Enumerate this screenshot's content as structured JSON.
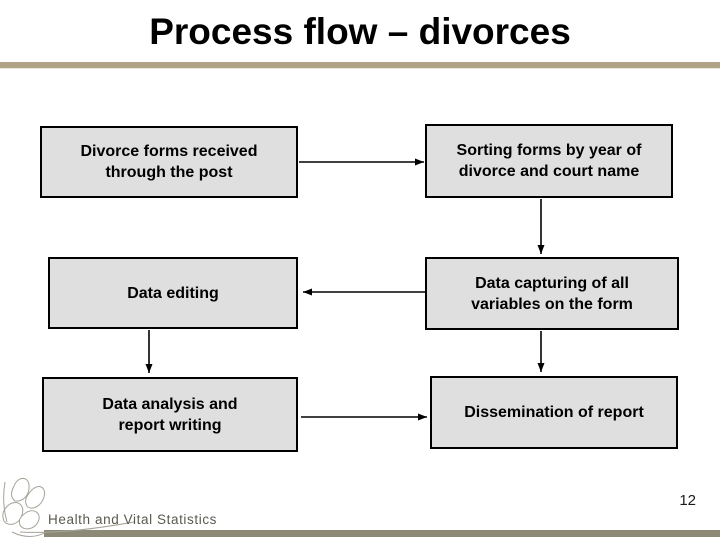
{
  "slide": {
    "title": "Process flow – divorces",
    "page_number": "12",
    "footer_brand": "Health and Vital Statistics"
  },
  "flowchart": {
    "boxes": [
      {
        "id": "divorce-forms-received",
        "label": "Divorce forms received\nthrough the post"
      },
      {
        "id": "sorting-forms",
        "label": "Sorting forms by year of\ndivorce and court name"
      },
      {
        "id": "data-capturing",
        "label": "Data capturing of all\nvariables on the form"
      },
      {
        "id": "data-editing",
        "label": "Data editing"
      },
      {
        "id": "data-analysis",
        "label": "Data analysis and\nreport writing"
      },
      {
        "id": "dissemination",
        "label": "Dissemination of report"
      }
    ],
    "connections": [
      {
        "from": "divorce-forms-received",
        "to": "sorting-forms",
        "direction": "right"
      },
      {
        "from": "sorting-forms",
        "to": "data-capturing",
        "direction": "down"
      },
      {
        "from": "data-capturing",
        "to": "data-editing",
        "direction": "left"
      },
      {
        "from": "data-editing",
        "to": "data-analysis",
        "direction": "down"
      },
      {
        "from": "data-capturing",
        "to": "dissemination",
        "direction": "down"
      },
      {
        "from": "data-analysis",
        "to": "dissemination",
        "direction": "right"
      }
    ]
  },
  "icons": {
    "logo": "flower-line-art-icon"
  },
  "colors": {
    "title_underline_bar": "#b2a189",
    "footer_bar": "#8c8a77",
    "box_fill": "#dfdfdf",
    "box_border": "#000000",
    "arrow": "#000000",
    "footer_text": "#5b594e",
    "title_text": "#000000"
  }
}
